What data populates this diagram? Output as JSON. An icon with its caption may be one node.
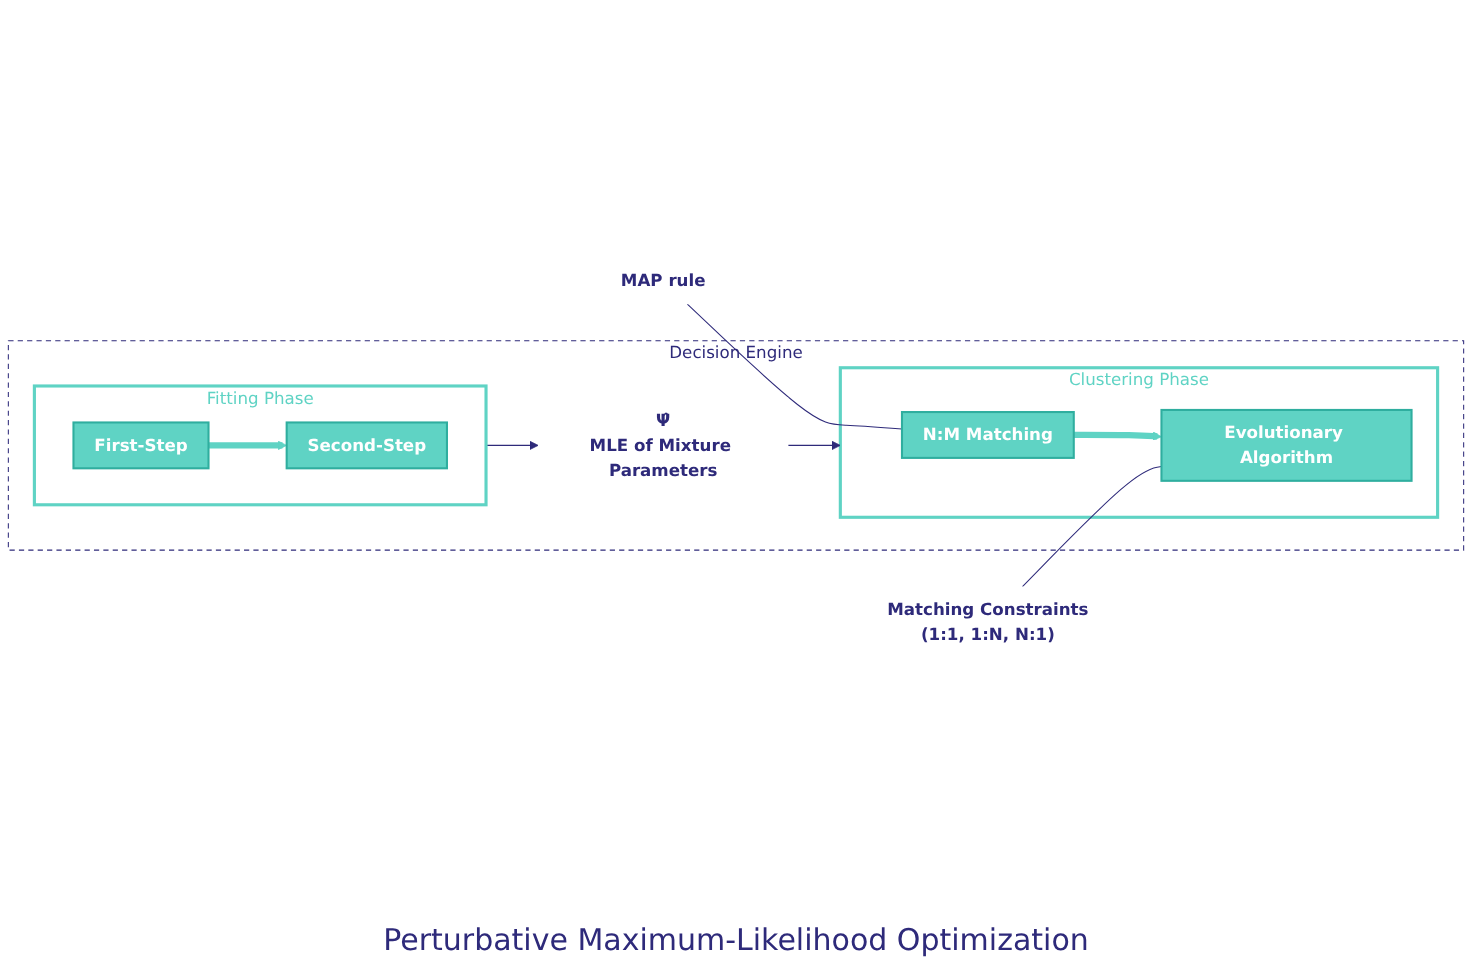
{
  "diagram": {
    "nodes": [
      {
        "text": [
          "Decision Engine"
        ]
      },
      {
        "text": [
          "Fitting Phase"
        ],
        "in": 0
      },
      {
        "text": [
          "First-Step"
        ],
        "in": 1
      },
      {
        "text": [
          "Second-Step"
        ],
        "in": 1
      },
      {
        "text": [
          "Ψ̂",
          "MLE of Mixture Parameters"
        ],
        "in": 0
      },
      {
        "text": [
          "Clustering Phase"
        ],
        "in": 0
      },
      {
        "text": [
          "N:M Matching"
        ],
        "in": 5
      },
      {
        "text": [
          "Evolutionary Algorithm"
        ],
        "in": 5
      },
      {
        "text": [
          "MAP rule"
        ]
      },
      {
        "text": [
          "Matching Constraints",
          "(1:1, 1:N, N:1)"
        ]
      }
    ],
    "edges": [
      {
        "from": 2,
        "to": 3,
        "arrow": "to",
        "style": "thick",
        "color": "#5fd3c4"
      },
      {
        "from": 1,
        "to": 4,
        "arrow": "to",
        "color": "#2e2a7a"
      },
      {
        "from": 4,
        "to": 5,
        "arrow": "to",
        "color": "#2e2a7a"
      },
      {
        "from": 6,
        "to": 7,
        "arrow": "to",
        "style": "thick",
        "color": "#5fd3c4"
      },
      {
        "from": 8,
        "to": 6,
        "arrow": "none",
        "color": "#2e2a7a"
      },
      {
        "from": 9,
        "to": 7,
        "arrow": "none",
        "color": "#2e2a7a"
      }
    ],
    "labels": [
      "Perturbative Maximum-Likelihood Optimization"
    ]
  }
}
